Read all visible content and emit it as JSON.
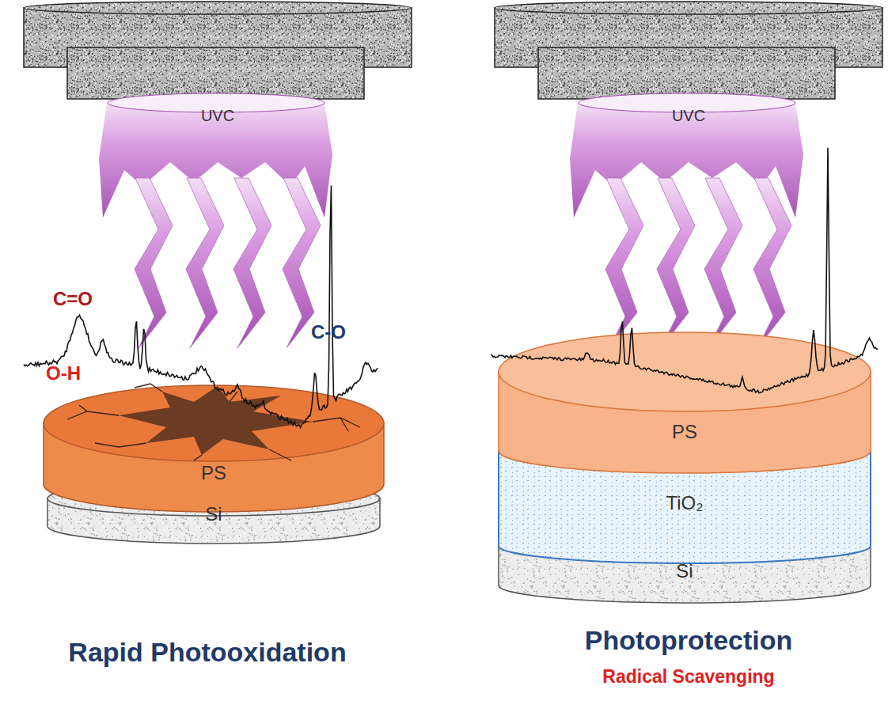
{
  "diagram": {
    "nodes": [
      {
        "text": [
          "UVC"
        ]
      },
      {
        "text": [
          "PS"
        ]
      },
      {
        "text": [
          "Si"
        ]
      },
      {
        "text": [
          "UVC"
        ]
      },
      {
        "text": [
          "PS"
        ]
      },
      {
        "text": [
          "TiO₂"
        ]
      },
      {
        "text": [
          "Si"
        ]
      }
    ],
    "labels": [
      "C=O",
      "O-H",
      "C-O",
      "Rapid Photooxidation",
      "Photoprotection",
      "Radical Scavenging"
    ]
  }
}
